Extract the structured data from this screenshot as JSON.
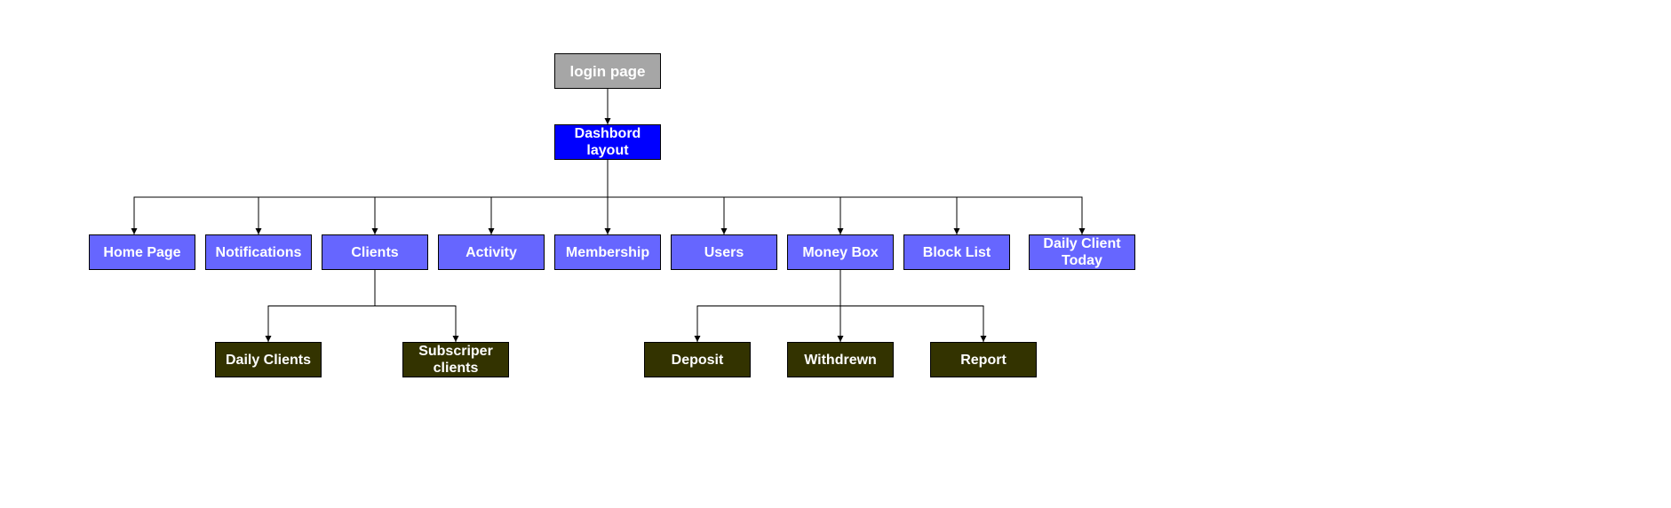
{
  "colors": {
    "root_fill": "#a6a6a6",
    "dashboard_fill": "#0000ff",
    "section_fill": "#6666ff",
    "sub_fill": "#333300",
    "text": "#ffffff",
    "stroke": "#000000"
  },
  "nodes": {
    "login": "login page",
    "dashboard": "Dashbord\nlayout",
    "home_page": "Home Page",
    "notifications": "Notifications",
    "clients": "Clients",
    "activity": "Activity",
    "membership": "Membership",
    "users": "Users",
    "money_box": "Money Box",
    "block_list": "Block List",
    "daily_client_today": "Daily Client\nToday",
    "daily_clients": "Daily Clients",
    "subscriper_clients": "Subscriper\nclients",
    "deposit": "Deposit",
    "withdrewn": "Withdrewn",
    "report": "Report"
  },
  "edges": [
    [
      "login",
      "dashboard"
    ],
    [
      "dashboard",
      "home_page"
    ],
    [
      "dashboard",
      "notifications"
    ],
    [
      "dashboard",
      "clients"
    ],
    [
      "dashboard",
      "activity"
    ],
    [
      "dashboard",
      "membership"
    ],
    [
      "dashboard",
      "users"
    ],
    [
      "dashboard",
      "money_box"
    ],
    [
      "dashboard",
      "block_list"
    ],
    [
      "dashboard",
      "daily_client_today"
    ],
    [
      "clients",
      "daily_clients"
    ],
    [
      "clients",
      "subscriper_clients"
    ],
    [
      "money_box",
      "deposit"
    ],
    [
      "money_box",
      "withdrewn"
    ],
    [
      "money_box",
      "report"
    ]
  ]
}
